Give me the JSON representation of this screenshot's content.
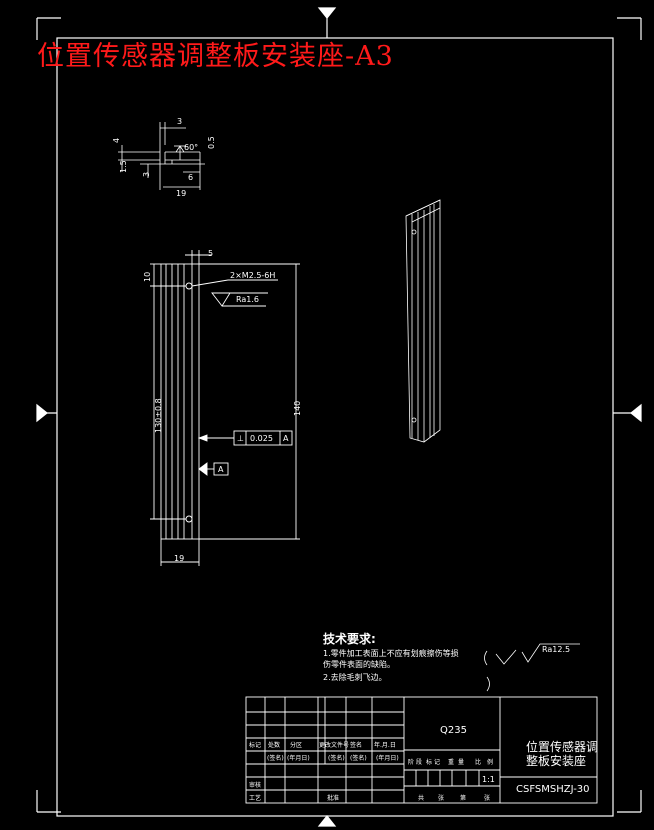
{
  "drawing": {
    "title": "位置传感器调整板安装座-A3",
    "material": "Q235",
    "part_name_line1": "位置传感器调",
    "part_name_line2": "整板安装座",
    "drawing_number": "CSFSMSHZJ-30",
    "scale": "1:1"
  },
  "section_view": {
    "dims": [
      "3",
      "4",
      "60°",
      "0.5",
      "1.5",
      "3",
      "6",
      "19"
    ]
  },
  "front_view": {
    "dims": {
      "top_offset": "5",
      "top_margin": "10",
      "hole_spacing": "130±0.8",
      "overall_length": "140",
      "width": "19"
    },
    "hole_note": "2×M2.5-6H",
    "roughness": "Ra1.6",
    "tolerance_frame": {
      "symbol": "⊥",
      "value": "0.025",
      "datum": "A"
    },
    "datum_label": "A"
  },
  "tech_requirements": {
    "heading": "技术要求:",
    "lines": [
      "1.零件加工表面上不应有划痕擦伤等损",
      "伤零件表面的缺陷。",
      "2.去除毛刺飞边。"
    ]
  },
  "general_roughness": {
    "value": "Ra12.5"
  },
  "title_block": {
    "row_headers": [
      "标记",
      "处数",
      "分区",
      "更改文件号",
      "签名",
      "年.月.日"
    ],
    "row_sub": [
      "(签名)",
      "(年月日)",
      "(签名)",
      "(签名)",
      "(年月日)"
    ],
    "bottom_labels": [
      "审核",
      "工艺",
      "批准"
    ],
    "stage_labels": [
      "阶",
      "段",
      "标",
      "记",
      "重",
      "量",
      "比",
      "例"
    ],
    "sheet_labels": [
      "共",
      "张",
      "第",
      "张"
    ]
  }
}
